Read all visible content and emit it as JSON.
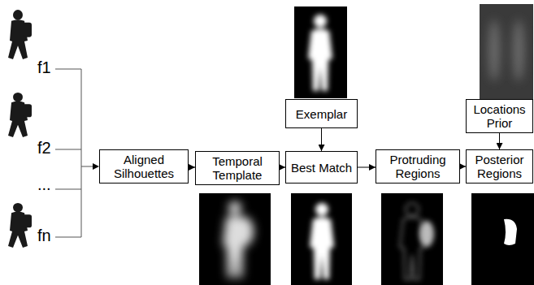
{
  "diagram": {
    "nodes": [
      {
        "text": [
          "Aligned Silhouettes"
        ]
      },
      {
        "text": [
          "Temporal Template"
        ]
      },
      {
        "text": [
          "Exemplar"
        ]
      },
      {
        "text": [
          "Best Match"
        ]
      },
      {
        "text": [
          "Protruding Regions"
        ]
      },
      {
        "text": [
          "Locations Prior"
        ]
      },
      {
        "text": [
          "Posterior Regions"
        ]
      }
    ],
    "edges": [
      {
        "from": 0,
        "to": 1,
        "arrow": "to"
      },
      {
        "from": 1,
        "to": 3,
        "arrow": "to"
      },
      {
        "from": 2,
        "to": 3,
        "arrow": "to"
      },
      {
        "from": 3,
        "to": 4,
        "arrow": "to"
      },
      {
        "from": 4,
        "to": 6,
        "arrow": "to"
      },
      {
        "from": 5,
        "to": 6,
        "arrow": "to"
      }
    ],
    "labels": [
      "f1",
      "f2",
      "...",
      "fn"
    ]
  }
}
